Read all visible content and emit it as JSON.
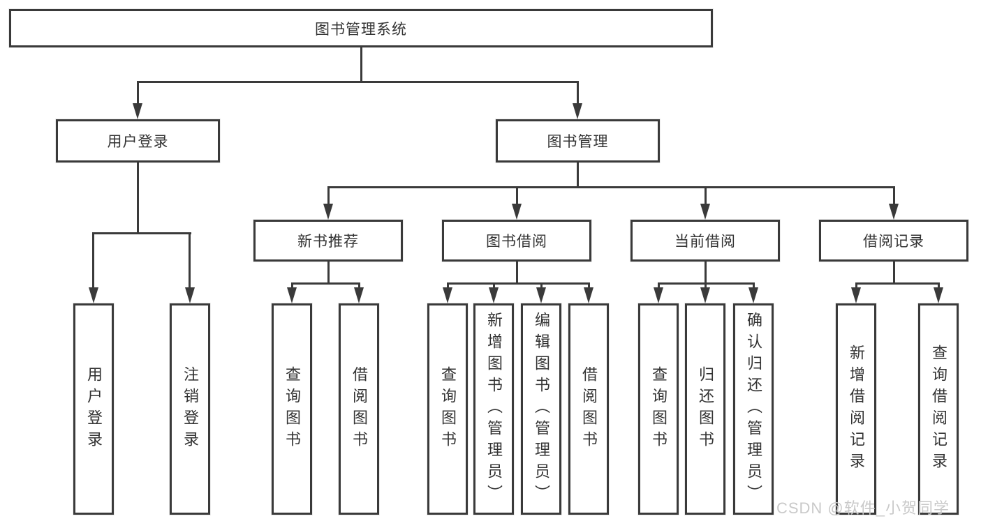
{
  "colors": {
    "line": "#3a3a3a",
    "box_border": "#3a3a3a",
    "text": "#333333",
    "background": "#ffffff",
    "watermark": "#c9c9c9"
  },
  "diagram": {
    "root": {
      "label": "图书管理系统"
    },
    "level2": [
      {
        "label": "用户登录",
        "children": [
          {
            "label": "用户登录"
          },
          {
            "label": "注销登录"
          }
        ]
      },
      {
        "label": "图书管理",
        "children": [
          {
            "label": "新书推荐",
            "children": [
              {
                "label": "查询图书"
              },
              {
                "label": "借阅图书"
              }
            ]
          },
          {
            "label": "图书借阅",
            "children": [
              {
                "label": "查询图书"
              },
              {
                "label": "新增图书（管理员）"
              },
              {
                "label": "编辑图书（管理员）"
              },
              {
                "label": "借阅图书"
              }
            ]
          },
          {
            "label": "当前借阅",
            "children": [
              {
                "label": "查询图书"
              },
              {
                "label": "归还图书"
              },
              {
                "label": "确认归还（管理员）"
              }
            ]
          },
          {
            "label": "借阅记录",
            "children": [
              {
                "label": "新增借阅记录"
              },
              {
                "label": "查询借阅记录"
              }
            ]
          }
        ]
      }
    ]
  },
  "watermark": {
    "text": "CSDN @软件_小贺同学"
  }
}
